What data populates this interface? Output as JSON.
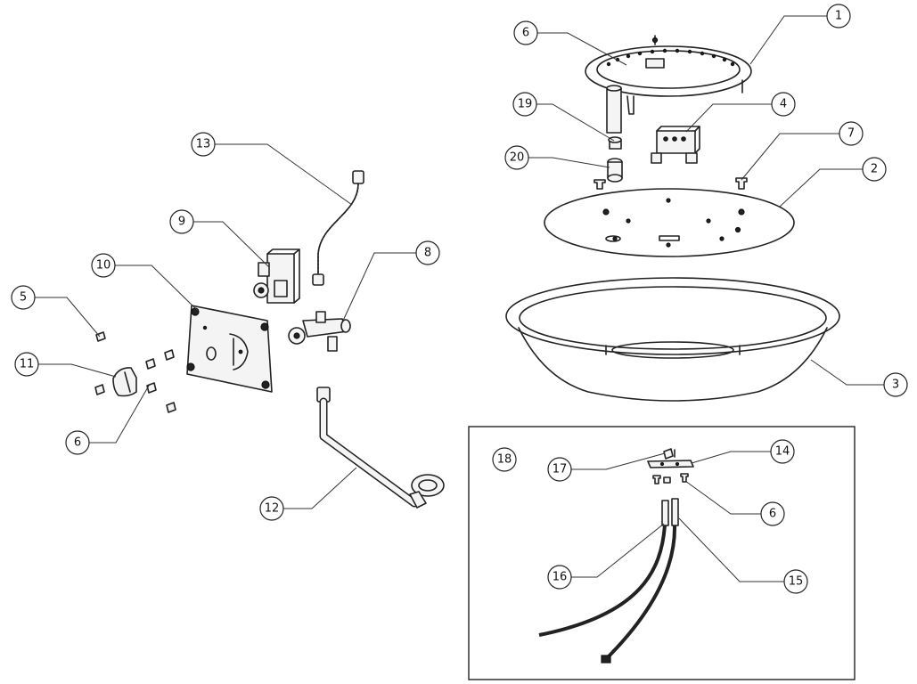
{
  "callouts": [
    {
      "id": "c1",
      "label": "1"
    },
    {
      "id": "c2",
      "label": "2"
    },
    {
      "id": "c3",
      "label": "3"
    },
    {
      "id": "c4",
      "label": "4"
    },
    {
      "id": "c5",
      "label": "5"
    },
    {
      "id": "c6a",
      "label": "6"
    },
    {
      "id": "c6b",
      "label": "6"
    },
    {
      "id": "c6c",
      "label": "6"
    },
    {
      "id": "c7",
      "label": "7"
    },
    {
      "id": "c8",
      "label": "8"
    },
    {
      "id": "c9",
      "label": "9"
    },
    {
      "id": "c10",
      "label": "10"
    },
    {
      "id": "c11",
      "label": "11"
    },
    {
      "id": "c12",
      "label": "12"
    },
    {
      "id": "c13",
      "label": "13"
    },
    {
      "id": "c14",
      "label": "14"
    },
    {
      "id": "c15",
      "label": "15"
    },
    {
      "id": "c16",
      "label": "16"
    },
    {
      "id": "c17",
      "label": "17"
    },
    {
      "id": "c18",
      "label": "18"
    },
    {
      "id": "c19",
      "label": "19"
    },
    {
      "id": "c20",
      "label": "20"
    }
  ]
}
